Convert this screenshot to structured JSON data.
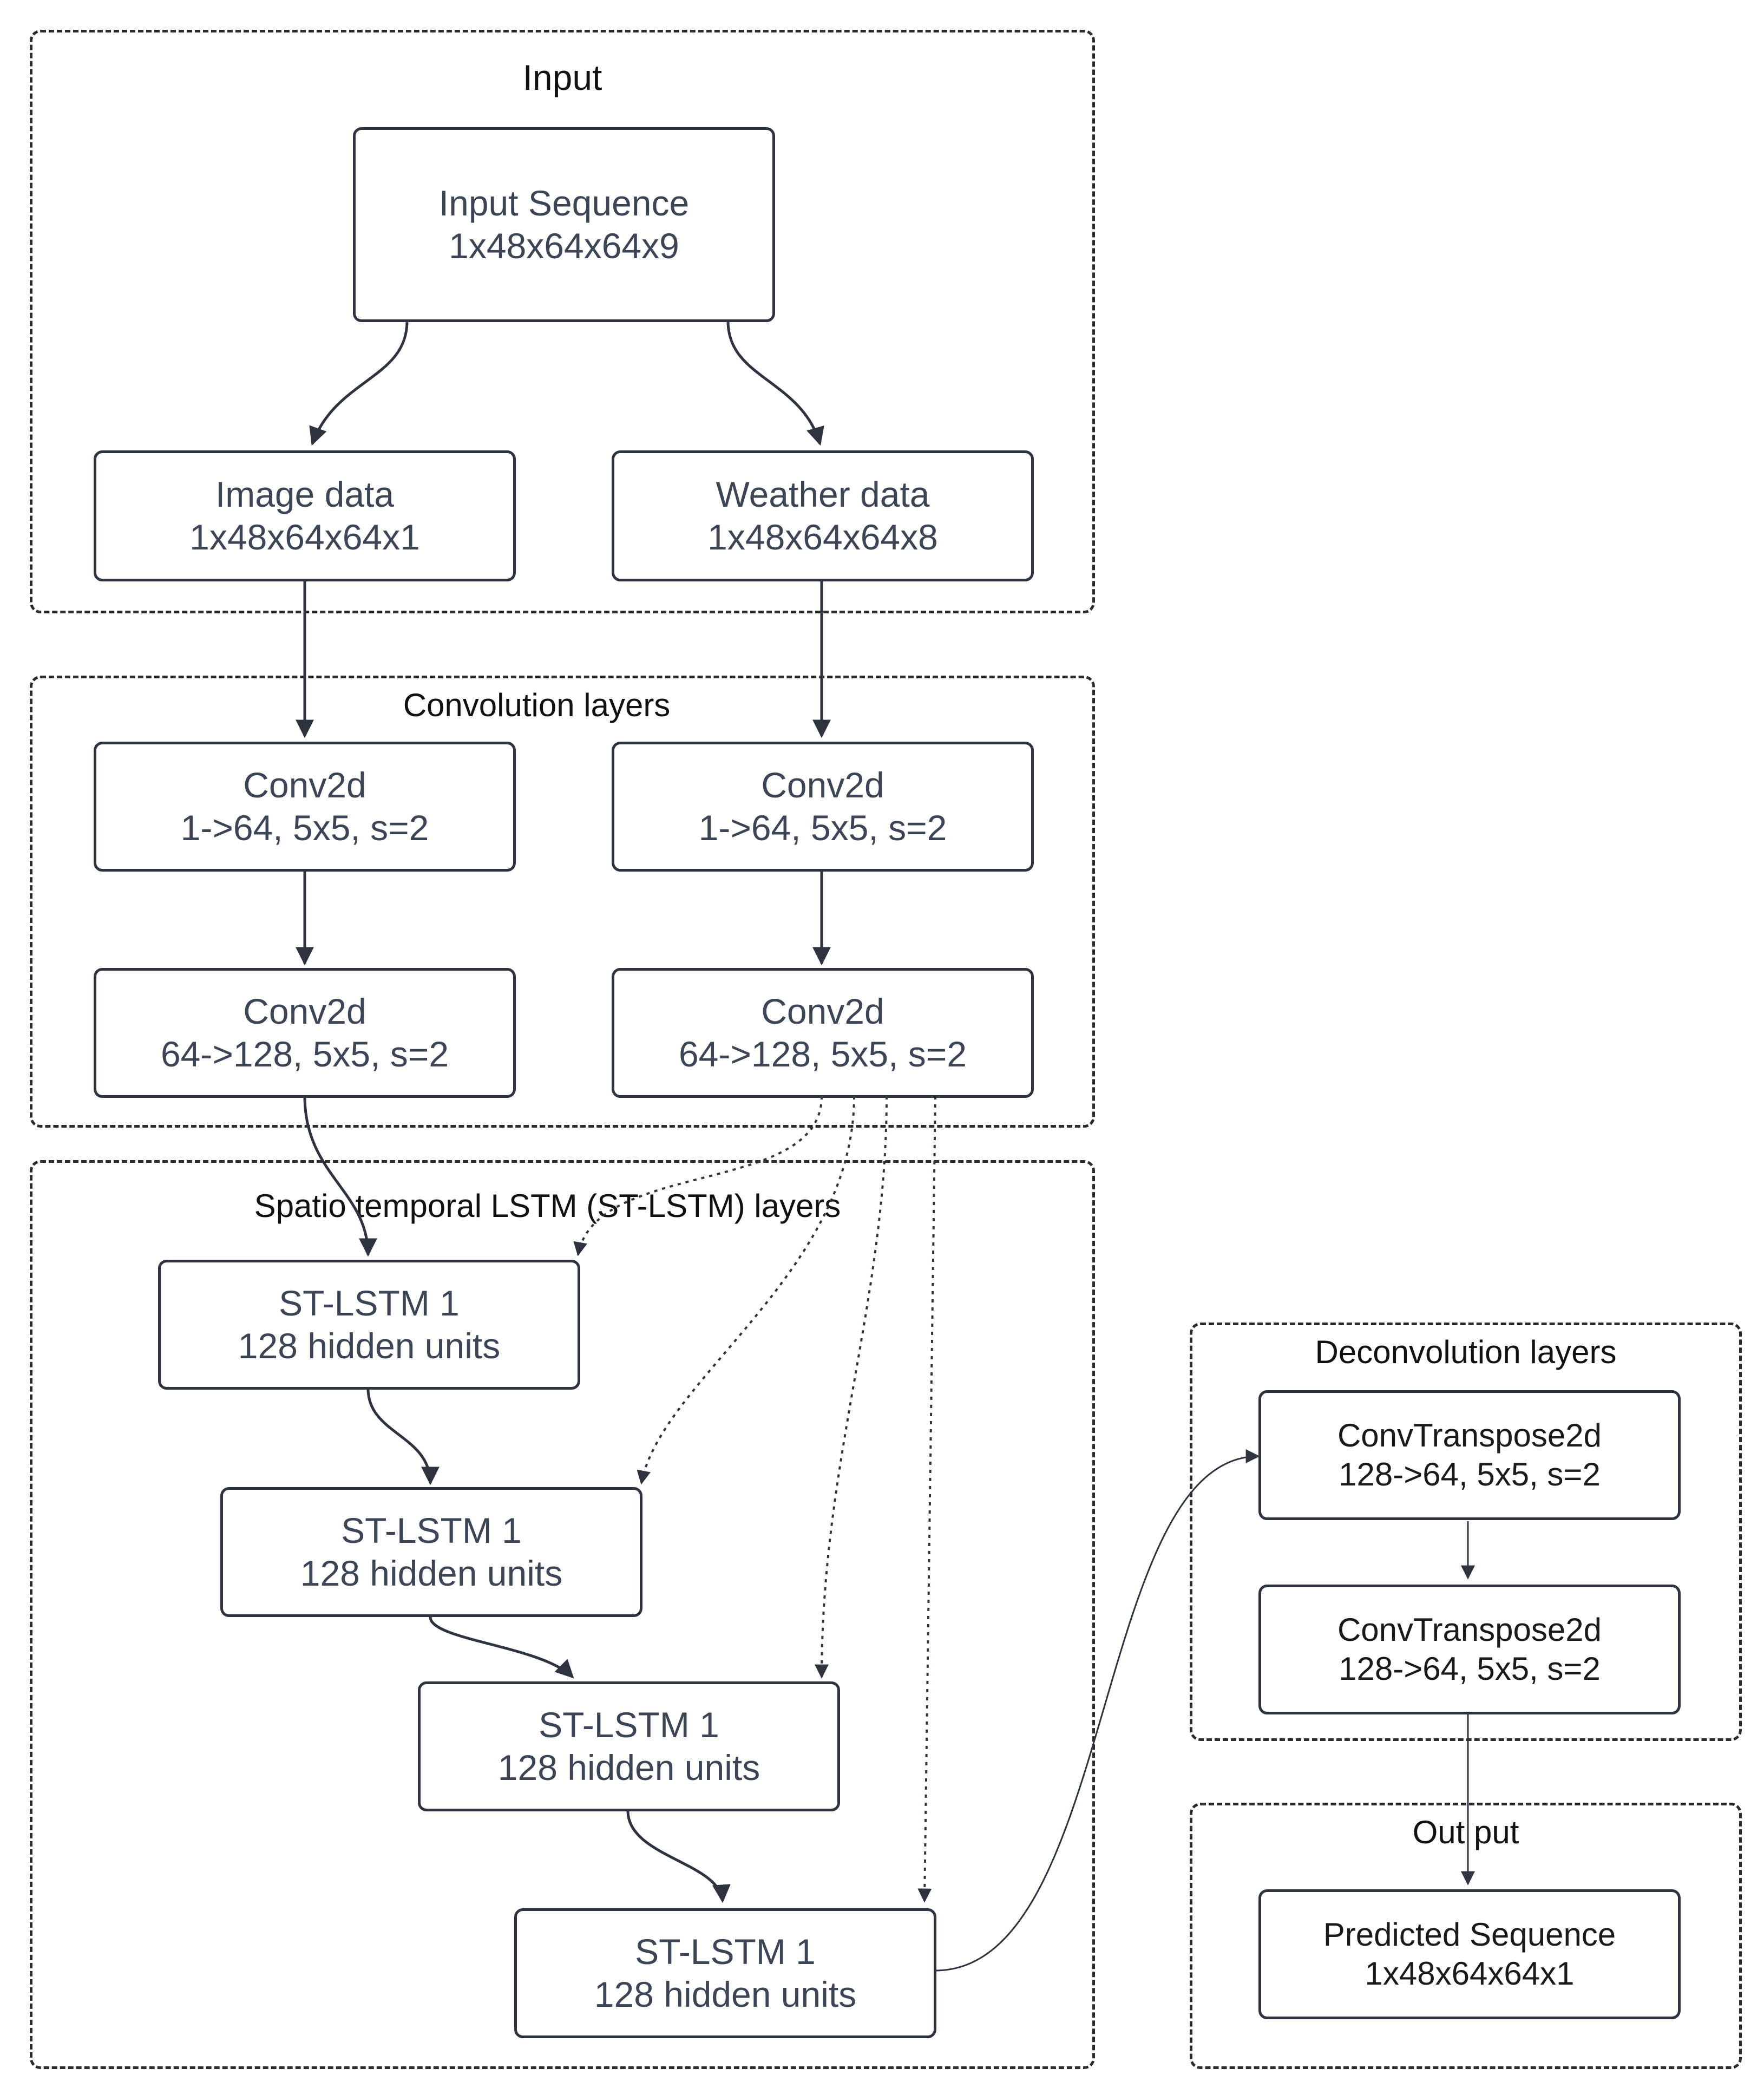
{
  "groups": {
    "input": "Input",
    "conv": "Convolution layers",
    "stlstm": "Spatio  temporal LSTM (ST-LSTM) layers",
    "deconv": "Deconvolution layers",
    "output": "Out put"
  },
  "nodes": {
    "input_seq": {
      "title": "Input Sequence",
      "detail": "1x48x64x64x9"
    },
    "image_data": {
      "title": "Image data",
      "detail": "1x48x64x64x1"
    },
    "weather_data": {
      "title": "Weather data",
      "detail": "1x48x64x64x8"
    },
    "conv_img_1": {
      "title": "Conv2d",
      "detail": "1->64, 5x5, s=2"
    },
    "conv_wea_1": {
      "title": "Conv2d",
      "detail": "1->64, 5x5, s=2"
    },
    "conv_img_2": {
      "title": "Conv2d",
      "detail": "64->128, 5x5, s=2"
    },
    "conv_wea_2": {
      "title": "Conv2d",
      "detail": "64->128, 5x5, s=2"
    },
    "stlstm_1": {
      "title": "ST-LSTM 1",
      "detail": "128 hidden units"
    },
    "stlstm_2": {
      "title": "ST-LSTM 1",
      "detail": "128 hidden units"
    },
    "stlstm_3": {
      "title": "ST-LSTM 1",
      "detail": "128 hidden units"
    },
    "stlstm_4": {
      "title": "ST-LSTM 1",
      "detail": "128 hidden units"
    },
    "deconv_1": {
      "title": "ConvTranspose2d",
      "detail": "128->64, 5x5, s=2"
    },
    "deconv_2": {
      "title": "ConvTranspose2d",
      "detail": "128->64, 5x5, s=2"
    },
    "predicted": {
      "title": "Predicted Sequence",
      "detail": "1x48x64x64x1"
    }
  },
  "colors": {
    "edge": "#2d3440",
    "node_text": "#3b4556"
  }
}
